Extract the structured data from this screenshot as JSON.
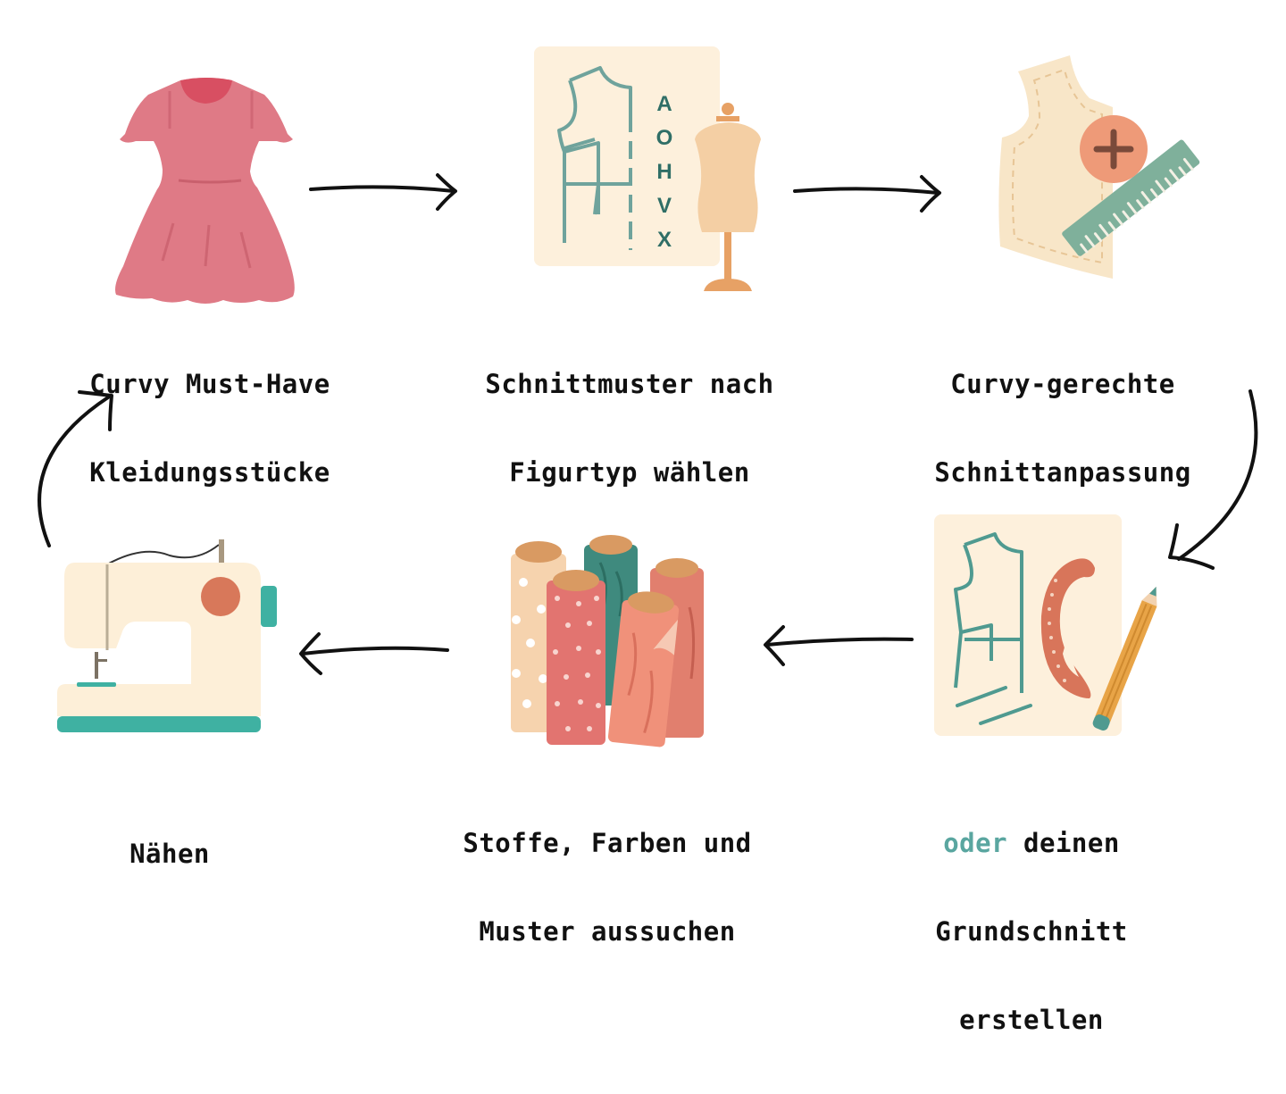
{
  "title": "Curvy sewing workflow",
  "colors": {
    "accent": "#5aa6a0",
    "text": "#111111",
    "paper": "#fdf0dc",
    "dress": "#df7a86",
    "teal": "#5b9a94",
    "coral": "#d87b5c"
  },
  "steps": [
    {
      "id": "must-have",
      "icon": "dress-icon",
      "line1": "Curvy Must-Have",
      "line2": "Kleidungsstücke"
    },
    {
      "id": "pattern",
      "icon": "pattern-mannequin-icon",
      "line1": "Schnittmuster nach",
      "line2": "Figurtyp wählen",
      "figure_types": [
        "A",
        "O",
        "H",
        "V",
        "X"
      ]
    },
    {
      "id": "adjust",
      "icon": "bodice-ruler-plus-icon",
      "line1": "Curvy-gerechte",
      "line2": "Schnittanpassung"
    },
    {
      "id": "basic",
      "icon": "drafting-icon",
      "accent_word": "oder",
      "line1_rest": " deinen",
      "line2": "Grundschnitt",
      "line3": "erstellen"
    },
    {
      "id": "fabrics",
      "icon": "fabric-rolls-icon",
      "line1": "Stoffe, Farben und",
      "line2": "Muster aussuchen"
    },
    {
      "id": "sew",
      "icon": "sewing-machine-icon",
      "line1": "Nähen"
    }
  ],
  "arrows": [
    {
      "from": "must-have",
      "to": "pattern",
      "direction": "right"
    },
    {
      "from": "pattern",
      "to": "adjust",
      "direction": "right"
    },
    {
      "from": "adjust",
      "to": "basic",
      "direction": "down"
    },
    {
      "from": "basic",
      "to": "fabrics",
      "direction": "left"
    },
    {
      "from": "fabrics",
      "to": "sew",
      "direction": "left"
    },
    {
      "from": "sew",
      "to": "must-have",
      "direction": "up"
    }
  ]
}
